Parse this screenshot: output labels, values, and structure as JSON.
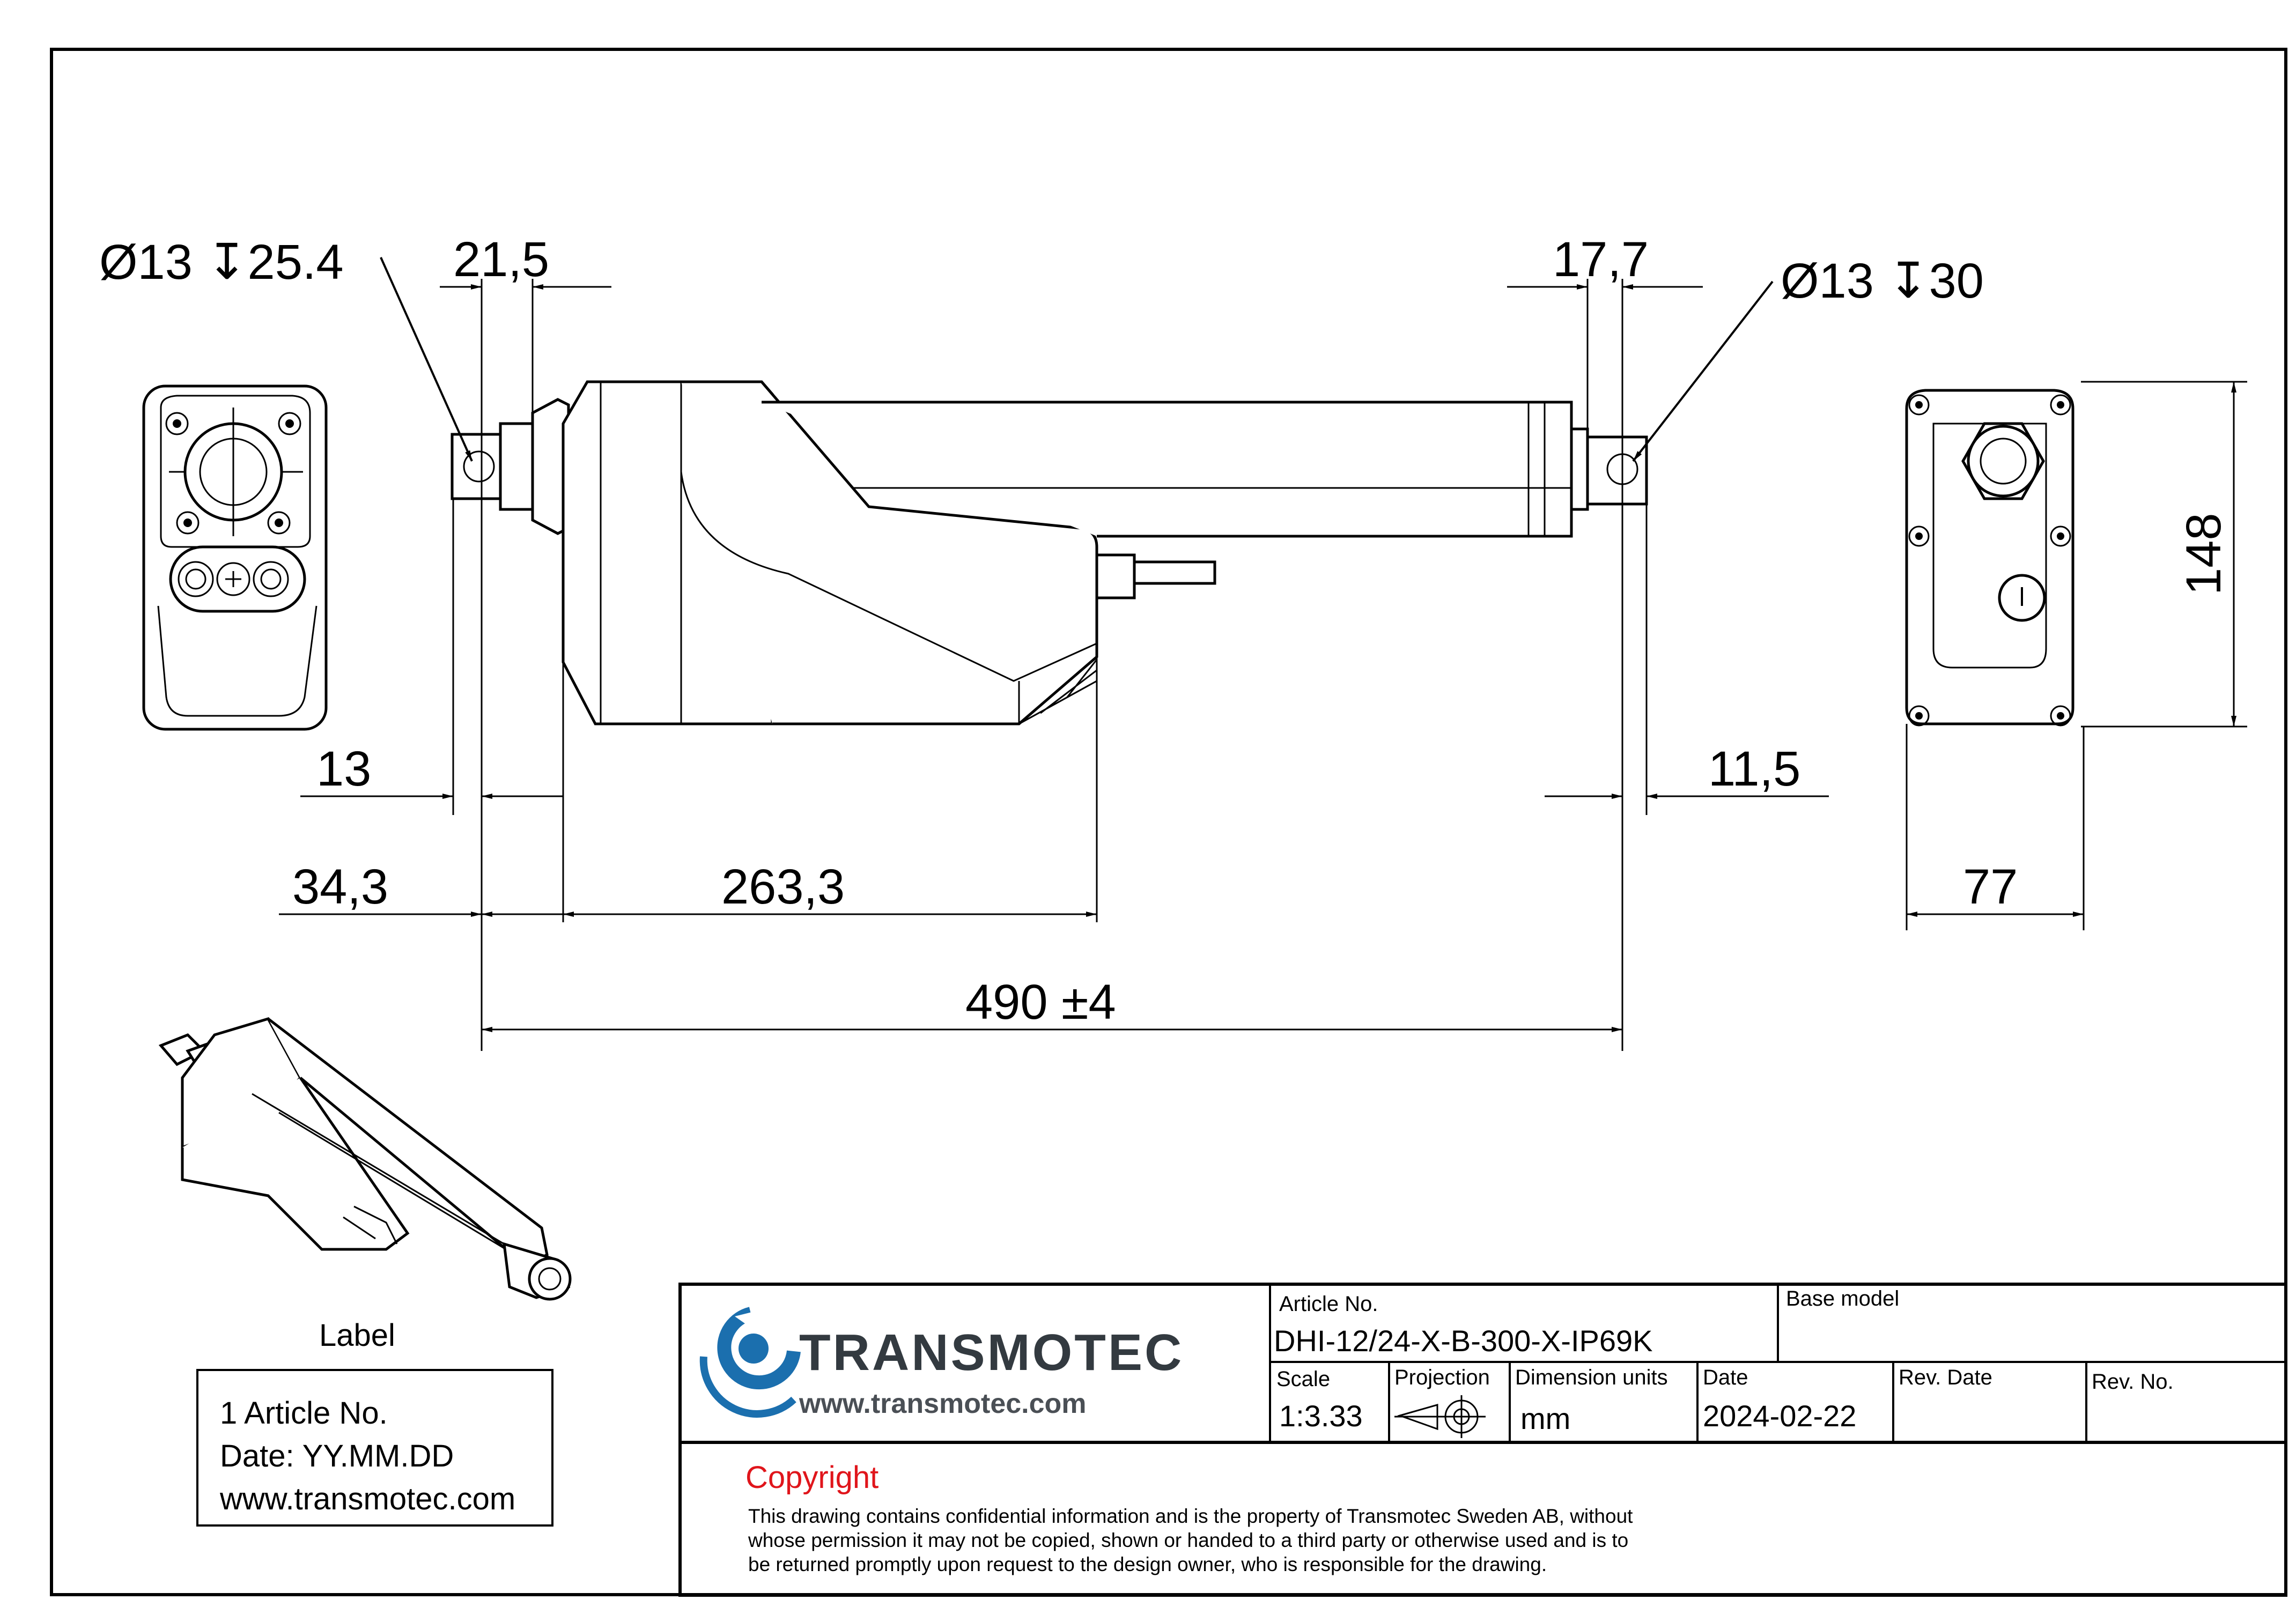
{
  "dimensions": {
    "hole_left": "Ø13 ↧25.4",
    "hole_right": "Ø13 ↧30",
    "d_21_5": "21,5",
    "d_17_7": "17,7",
    "d_13": "13",
    "d_11_5": "11,5",
    "d_34_3": "34,3",
    "d_263_3": "263,3",
    "d_490": "490 ±4",
    "d_148": "148",
    "d_77": "77"
  },
  "label_box": {
    "caption": "Label",
    "line1": "1 Article No.",
    "line2": "Date: YY.MM.DD",
    "line3": "www.transmotec.com"
  },
  "title_block": {
    "brand": "TRANSMOTEC",
    "website": "www.transmotec.com",
    "article_no_label": "Article No.",
    "article_no": "DHI-12/24-X-B-300-X-IP69K",
    "base_model_label": "Base model",
    "base_model": "",
    "scale_label": "Scale",
    "scale": "1:3.33",
    "projection_label": "Projection",
    "units_label": "Dimension units",
    "units": "mm",
    "date_label": "Date",
    "date": "2024-02-22",
    "rev_date_label": "Rev. Date",
    "rev_date": "",
    "rev_no_label": "Rev. No.",
    "rev_no": "",
    "copyright_title": "Copyright",
    "copyright_line1": "This drawing contains confidential information and is the property of Transmotec Sweden AB, without",
    "copyright_line2": "whose permission it may not be copied, shown or handed to a third party or otherwise used and is to",
    "copyright_line3": "be returned promptly upon request to the design owner, who is responsible for the drawing."
  },
  "colors": {
    "brand_blue": "#1b6fae",
    "copyright_red": "#e0151b",
    "line": "#000000"
  }
}
